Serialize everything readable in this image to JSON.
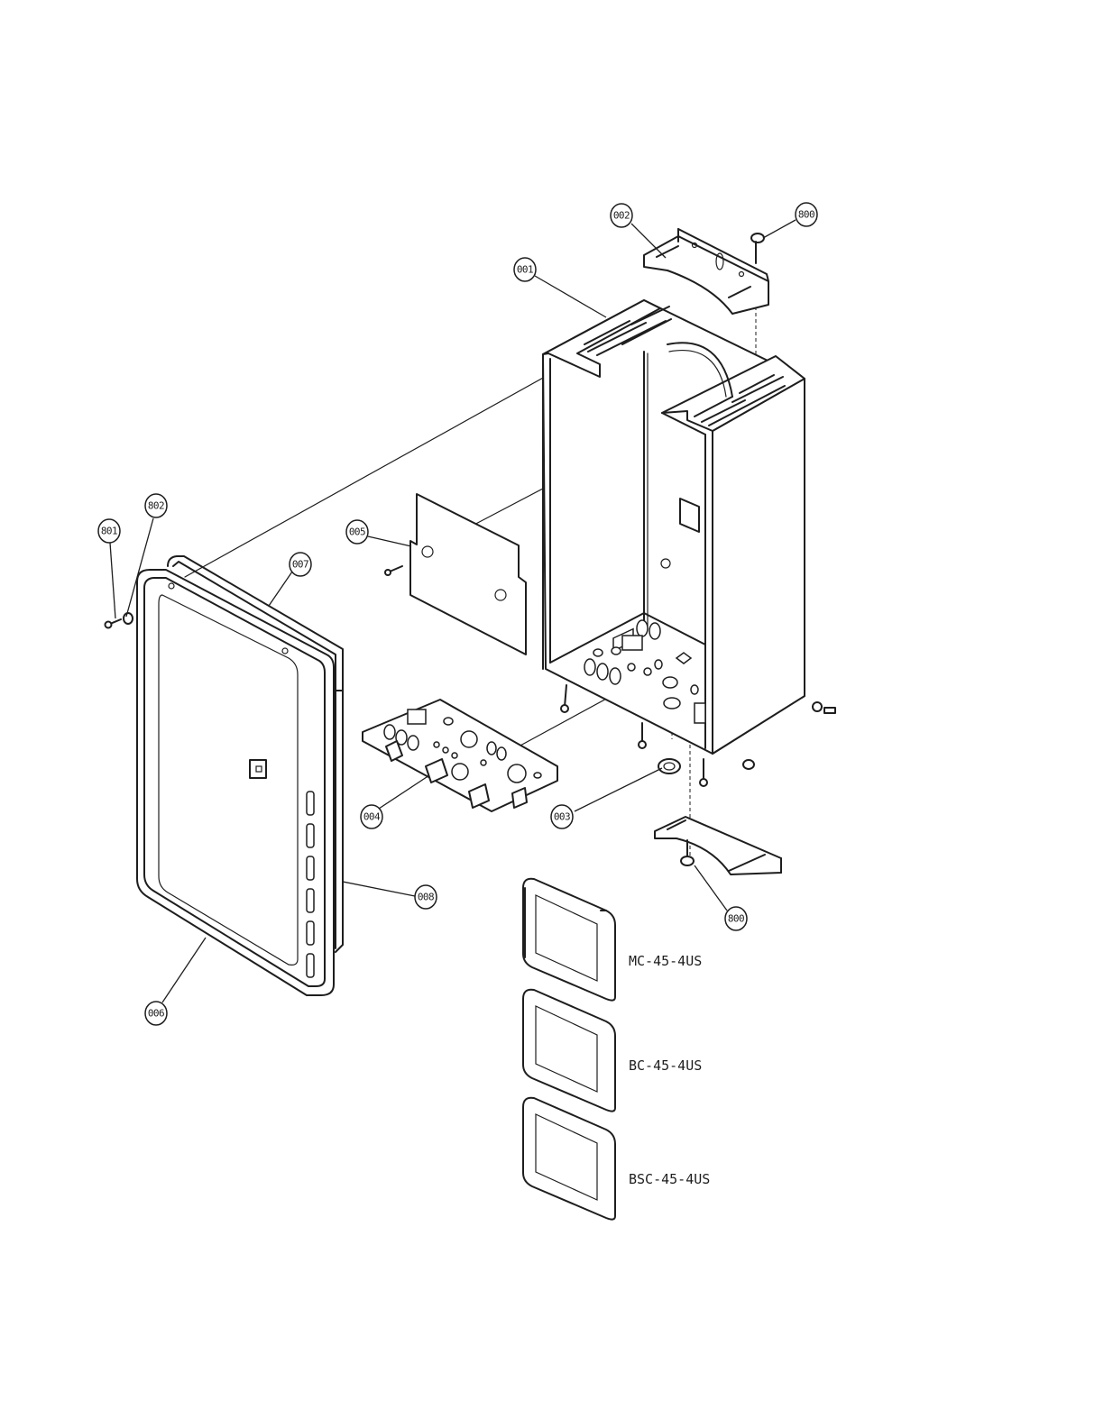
{
  "callouts": [
    {
      "id": "c001",
      "label": "001"
    },
    {
      "id": "c002",
      "label": "002"
    },
    {
      "id": "c800a",
      "label": "800"
    },
    {
      "id": "c802",
      "label": "802"
    },
    {
      "id": "c801",
      "label": "801"
    },
    {
      "id": "c005",
      "label": "005"
    },
    {
      "id": "c007",
      "label": "007"
    },
    {
      "id": "c004",
      "label": "004"
    },
    {
      "id": "c003",
      "label": "003"
    },
    {
      "id": "c800b",
      "label": "800"
    },
    {
      "id": "c008",
      "label": "008"
    },
    {
      "id": "c006",
      "label": "006"
    }
  ],
  "models": [
    {
      "id": "m1",
      "label": "MC-45-4US"
    },
    {
      "id": "m2",
      "label": "BC-45-4US"
    },
    {
      "id": "m3",
      "label": "BSC-45-4US"
    }
  ]
}
